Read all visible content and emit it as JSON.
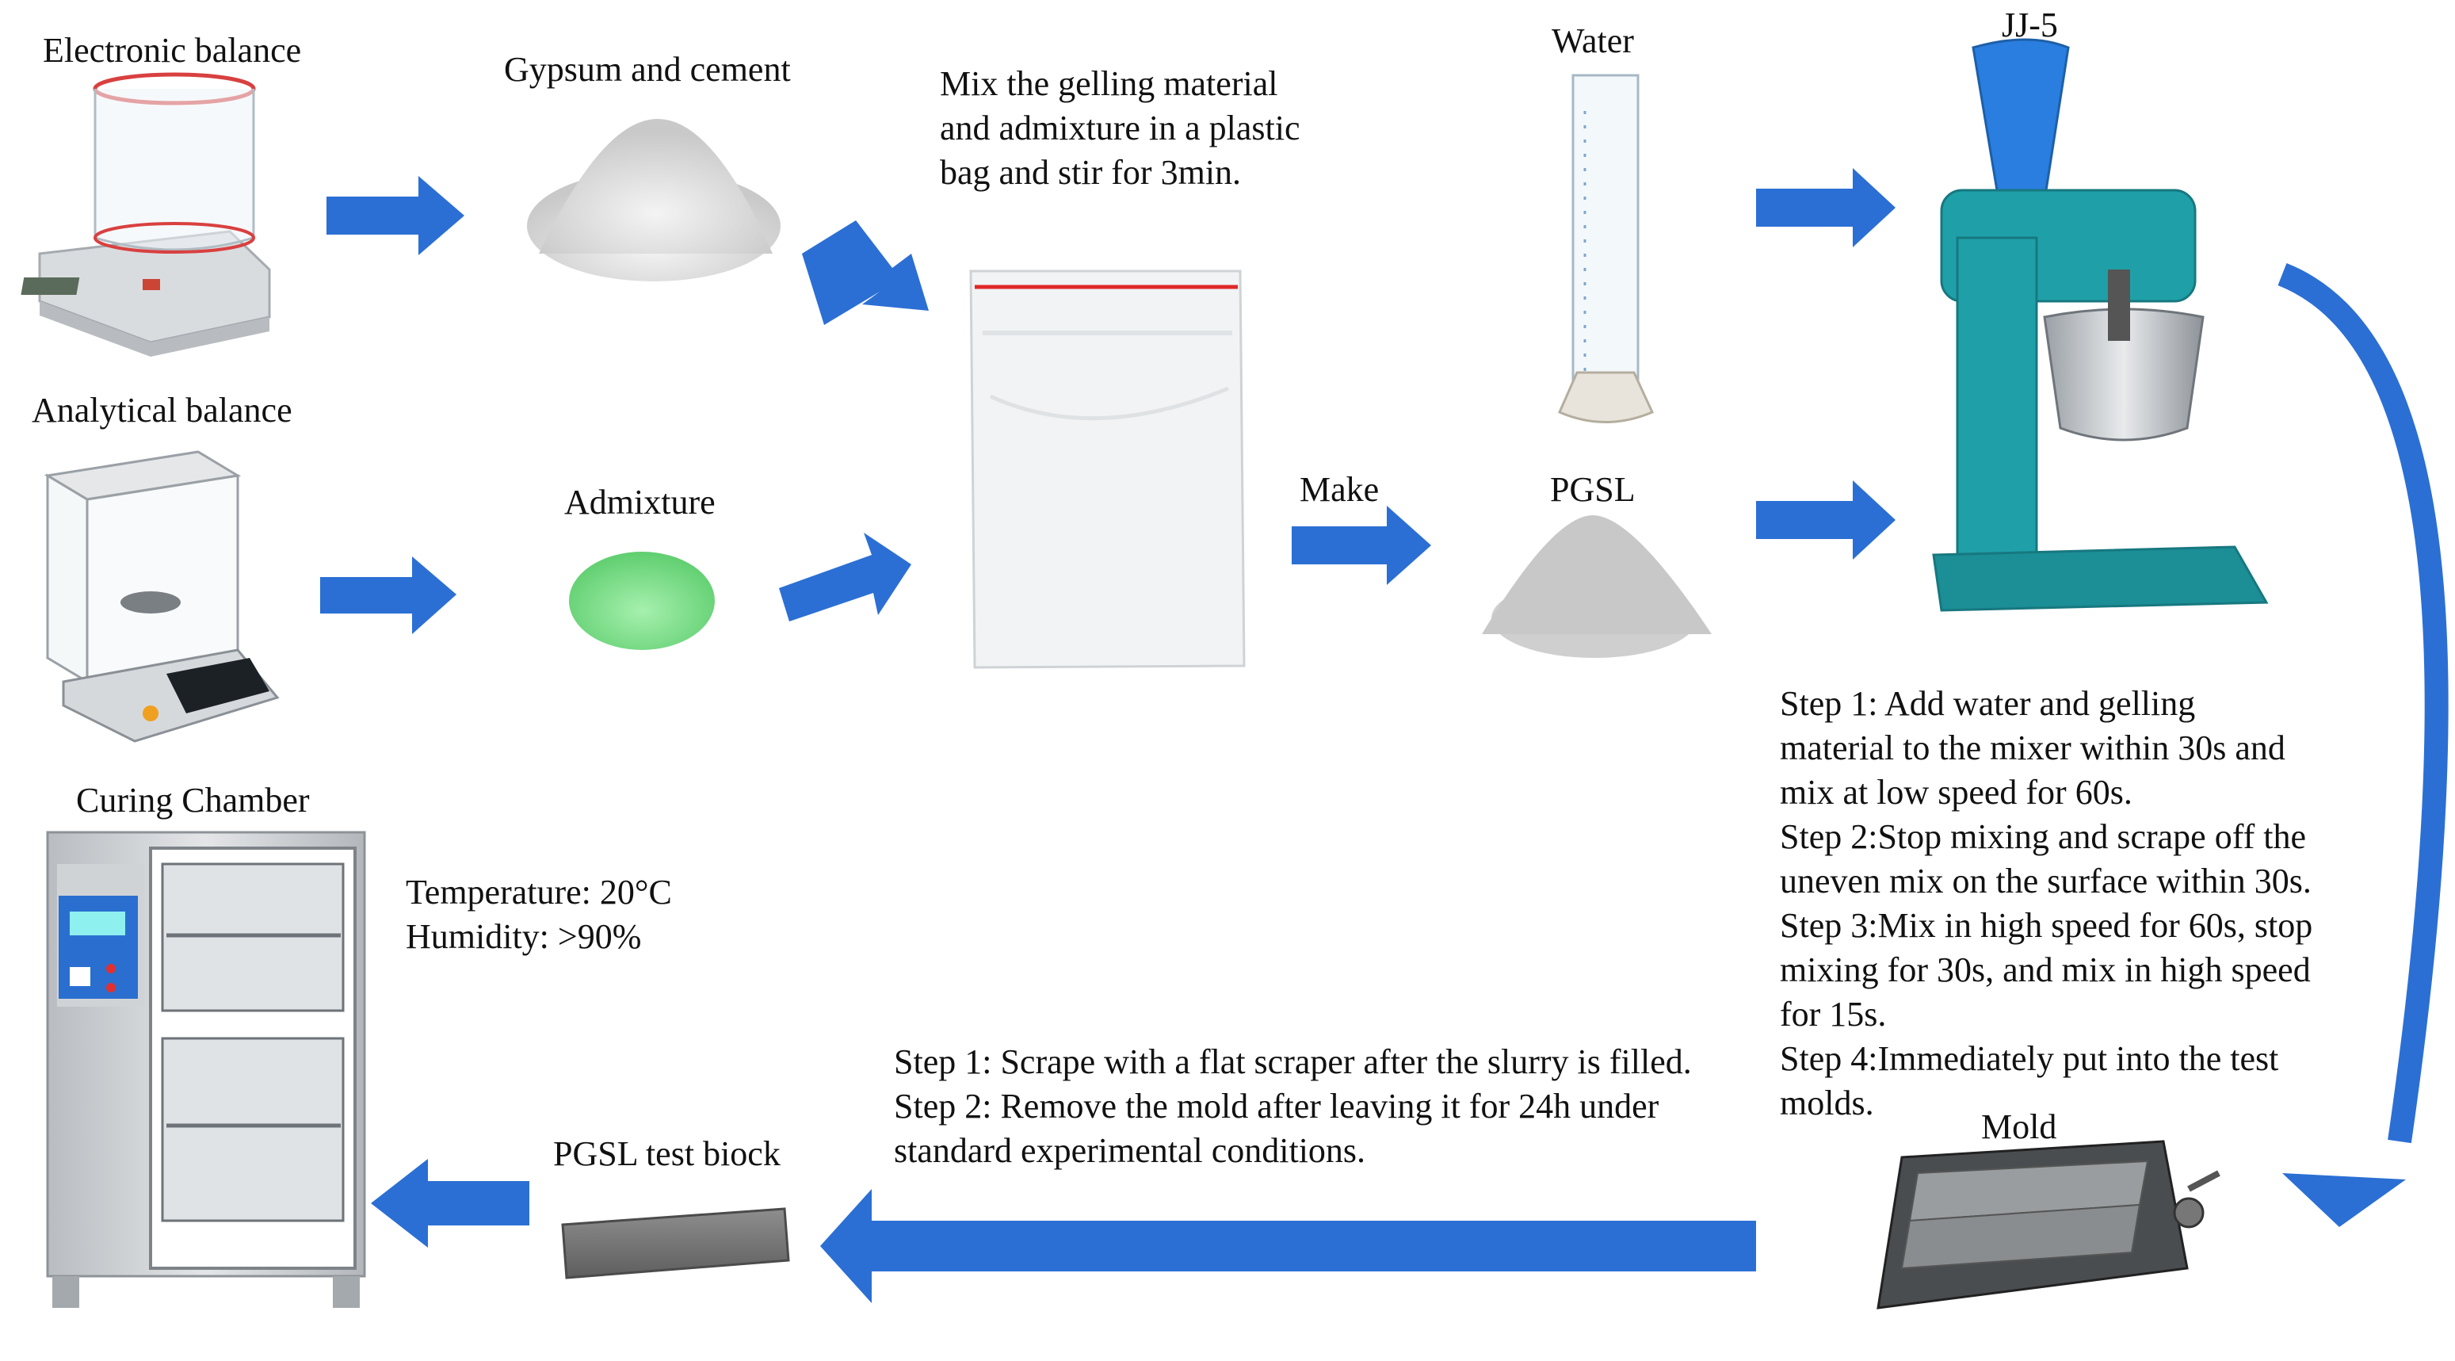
{
  "labels": {
    "electronic_balance": "Electronic balance",
    "gypsum_cement": "Gypsum and cement",
    "mix_note": [
      "Mix the gelling material",
      "and admixture in a plastic",
      "bag and stir for 3min."
    ],
    "water": "Water",
    "jj5": "JJ-5",
    "analytical_balance": "Analytical balance",
    "admixture": "Admixture",
    "make": "Make",
    "pgsl": "PGSL",
    "curing_chamber": "Curing Chamber",
    "temperature": "Temperature: 20°C",
    "humidity": "Humidity: >90%",
    "mold": "Mold",
    "test_block": "PGSL test biock"
  },
  "mixer_steps": [
    "Step 1: Add water and gelling",
    "material to the mixer within 30s and",
    "mix at low speed for 60s.",
    "Step 2:Stop mixing and scrape off the",
    "uneven mix on the surface within 30s.",
    "Step 3:Mix in high speed for 60s, stop",
    "mixing for 30s, and mix in high speed",
    "for 15s.",
    "Step 4:Immediately put into the test",
    "molds."
  ],
  "mold_steps": [
    "Step 1: Scrape with a flat scraper after the slurry is filled.",
    "Step 2: Remove the mold after leaving it for 24h under",
    "standard experimental conditions."
  ],
  "colors": {
    "arrow": "#2b6fd4",
    "mixer": "#1fa0a8",
    "admixture": "#7fe08c",
    "powder": "#dcdcdc",
    "bag_seal": "#e02828"
  }
}
